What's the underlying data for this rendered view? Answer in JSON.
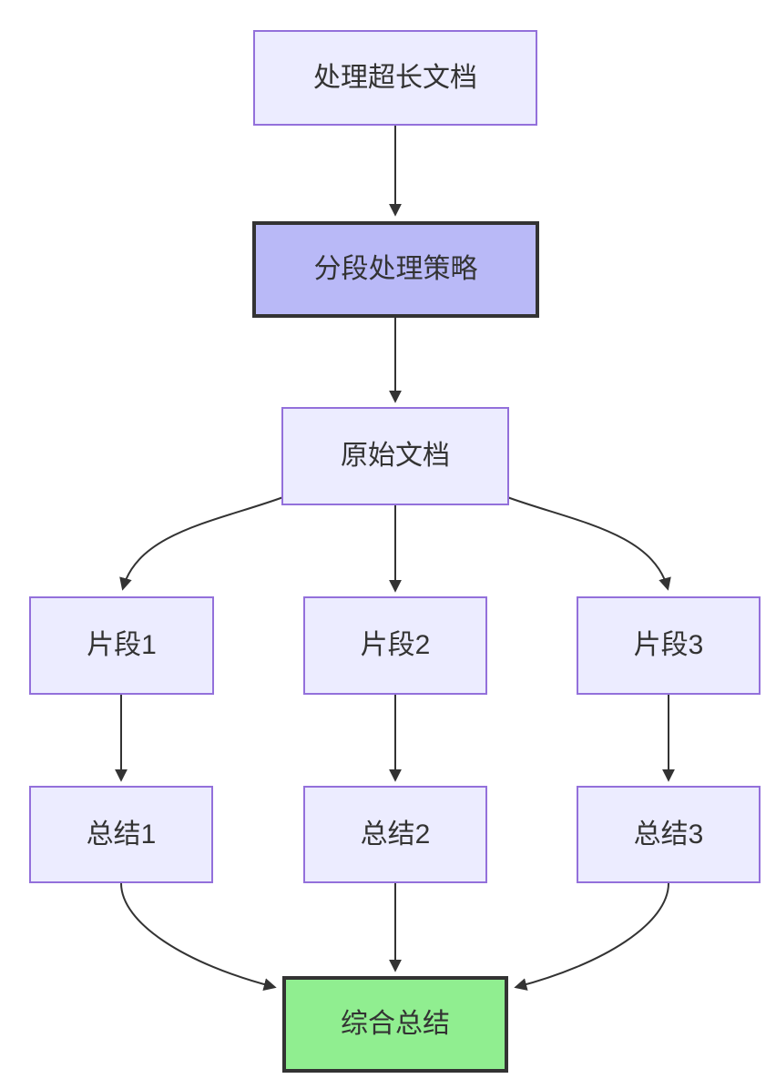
{
  "diagram": {
    "type": "flowchart",
    "direction": "top-down",
    "nodes": [
      {
        "id": "process-long-document",
        "label": "处理超长文档",
        "style": "default"
      },
      {
        "id": "segmentation-strategy",
        "label": "分段处理策略",
        "style": "emphasis"
      },
      {
        "id": "original-document",
        "label": "原始文档",
        "style": "default"
      },
      {
        "id": "fragment-1",
        "label": "片段1",
        "style": "default"
      },
      {
        "id": "fragment-2",
        "label": "片段2",
        "style": "default"
      },
      {
        "id": "fragment-3",
        "label": "片段3",
        "style": "default"
      },
      {
        "id": "summary-1",
        "label": "总结1",
        "style": "default"
      },
      {
        "id": "summary-2",
        "label": "总结2",
        "style": "default"
      },
      {
        "id": "summary-3",
        "label": "总结3",
        "style": "default"
      },
      {
        "id": "final-summary",
        "label": "综合总结",
        "style": "success"
      }
    ],
    "edges": [
      {
        "from": "处理超长文档",
        "to": "分段处理策略"
      },
      {
        "from": "分段处理策略",
        "to": "原始文档"
      },
      {
        "from": "原始文档",
        "to": "片段1"
      },
      {
        "from": "原始文档",
        "to": "片段2"
      },
      {
        "from": "原始文档",
        "to": "片段3"
      },
      {
        "from": "片段1",
        "to": "总结1"
      },
      {
        "from": "片段2",
        "to": "总结2"
      },
      {
        "from": "片段3",
        "to": "总结3"
      },
      {
        "from": "总结1",
        "to": "综合总结"
      },
      {
        "from": "总结2",
        "to": "综合总结"
      },
      {
        "from": "总结3",
        "to": "综合总结"
      }
    ],
    "colors": {
      "node_fill": "#ECECFF",
      "node_border": "#9370DB",
      "emphasis_fill": "#B9B9F7",
      "emphasis_border": "#333333",
      "success_fill": "#90EE90",
      "success_border": "#333333",
      "edge": "#333333",
      "text": "#333333",
      "background": "#FFFFFF"
    }
  }
}
